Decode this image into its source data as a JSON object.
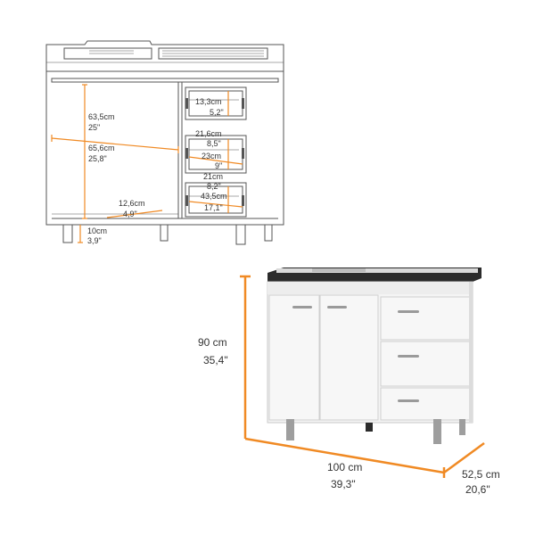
{
  "colors": {
    "accent": "#f08a24",
    "line": "#555555",
    "cabinet_white": "#f4f4f4",
    "countertop": "#2b2b2b",
    "text": "#333333"
  },
  "sketch_dimensions": {
    "inner_height_cm": "63,5cm",
    "inner_height_in": "25\"",
    "inner_width_cm": "65,6cm",
    "inner_width_in": "25,8\"",
    "drawer1_height_cm": "13,3cm",
    "drawer1_height_in": "5,2\"",
    "drawer2_height_cm": "21,6cm",
    "drawer2_height_in": "8,5\"",
    "drawer2_width_cm": "23cm",
    "drawer2_width_in": "9\"",
    "drawer3_height_cm": "21cm",
    "drawer3_height_in": "8,2\"",
    "drawer3_width_cm": "43,5cm",
    "drawer3_width_in": "17,1\"",
    "shelf_depth_cm": "12,6cm",
    "shelf_depth_in": "4,9\"",
    "leg_height_cm": "10cm",
    "leg_height_in": "3,9\""
  },
  "product_dimensions": {
    "height_cm": "90 cm",
    "height_in": "35,4\"",
    "width_cm": "100 cm",
    "width_in": "39,3\"",
    "depth_cm": "52,5 cm",
    "depth_in": "20,6\""
  }
}
